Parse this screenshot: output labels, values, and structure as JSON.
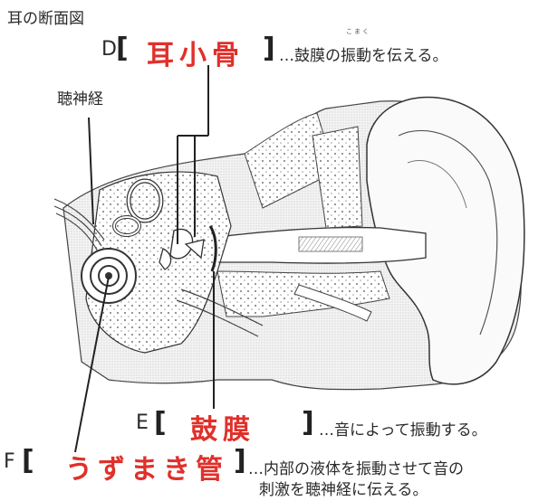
{
  "figure": {
    "title": "耳の断面図",
    "nerve_label": "聴神経",
    "ruby": "こまく"
  },
  "questions": [
    {
      "letter": "D",
      "answer": "耳小骨",
      "description": "…鼓膜の振動を伝える。"
    },
    {
      "letter": "E",
      "answer": "鼓膜",
      "description": "…音によって振動する。"
    },
    {
      "letter": "F",
      "answer": "うずまき管",
      "description_line1": "…内部の液体を振動させて音の",
      "description_line2": "刺激を聴神経に伝える。"
    }
  ],
  "colors": {
    "answer": "#e0302a",
    "line": "#222222"
  }
}
